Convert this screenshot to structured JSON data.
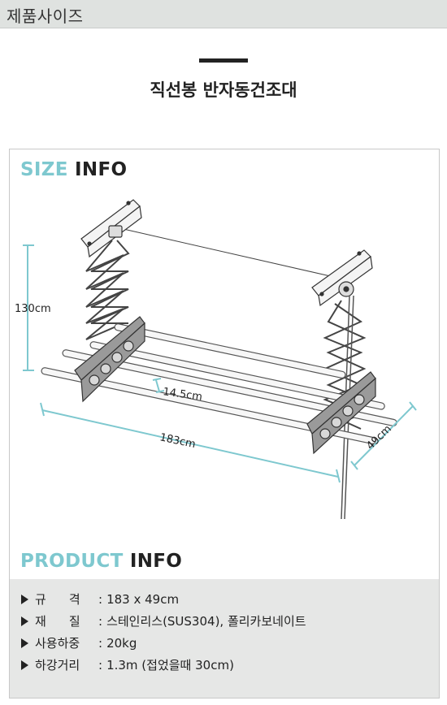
{
  "header": {
    "title": "제품사이즈"
  },
  "product": {
    "title": "직선봉 반자동건조대"
  },
  "size_info": {
    "accent": "SIZE",
    "rest": "INFO"
  },
  "dimensions": {
    "height": "130cm",
    "gap": "14.5cm",
    "length": "183cm",
    "depth": "49cm"
  },
  "product_info": {
    "accent": "PRODUCT",
    "rest": "INFO"
  },
  "specs": [
    {
      "label_a": "규",
      "label_b": "격",
      "value": "183 x 49cm"
    },
    {
      "label_a": "재",
      "label_b": "질",
      "value": "스테인리스(SUS304), 폴리카보네이트"
    },
    {
      "label": "사용하중",
      "value": "20kg"
    },
    {
      "label": "하강거리",
      "value": "1.3m (접었을때 30cm)"
    }
  ],
  "colors": {
    "accent": "#7ec8cf",
    "header_bg": "#dfe2e0",
    "spec_bg": "#e6e7e6"
  }
}
